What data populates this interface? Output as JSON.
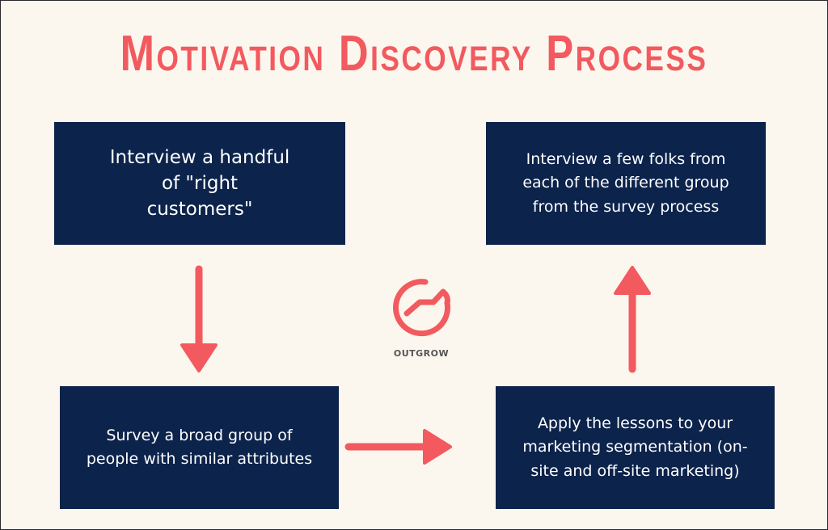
{
  "title": "Motivation Discovery Process",
  "steps": [
    {
      "text": "Interview a handful of \"right customers\""
    },
    {
      "text": "Survey a broad group of people with similar attributes"
    },
    {
      "text": "Apply the lessons to your marketing segmentation (on-site and off-site marketing)"
    },
    {
      "text": "Interview a few folks from each of the different group from the survey process"
    }
  ],
  "logo": {
    "name": "OUTGROW",
    "icon": "outgrow-logo-icon"
  },
  "colors": {
    "background": "#fcf7ee",
    "accent": "#f25a5f",
    "box": "#0c234b",
    "box_text": "#ffffff"
  }
}
